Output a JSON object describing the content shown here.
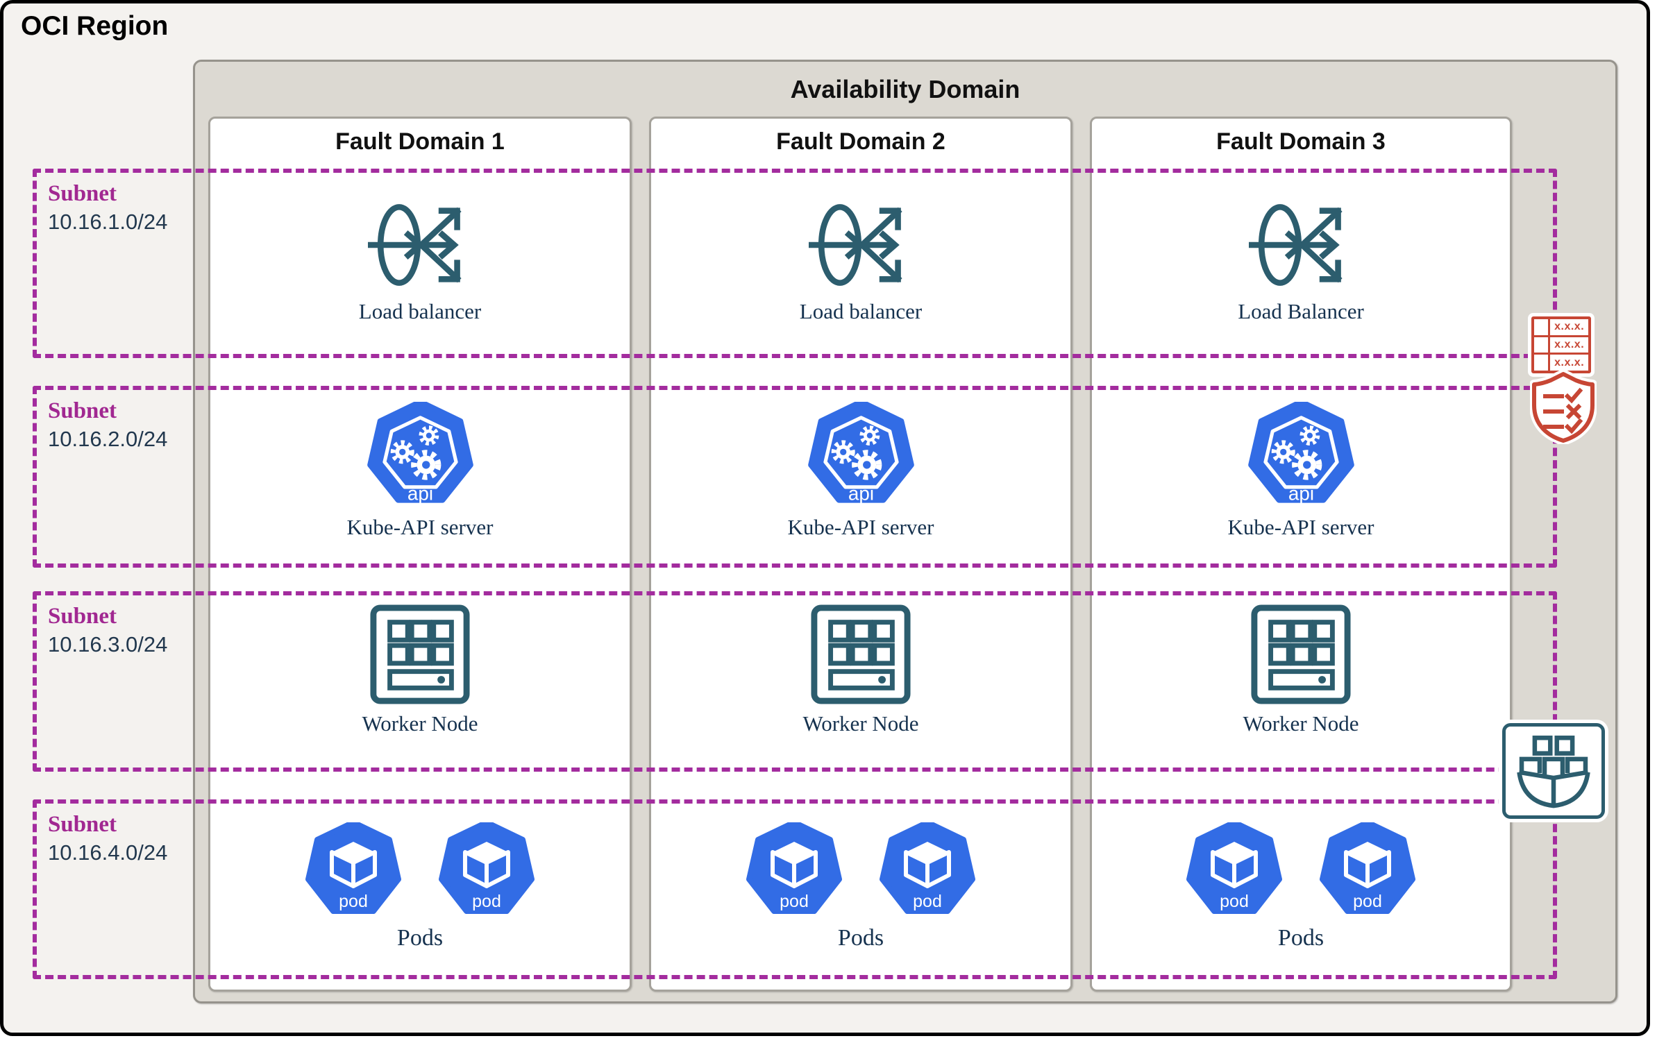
{
  "region": {
    "title": "OCI Region"
  },
  "availability_domain": {
    "title": "Availability Domain"
  },
  "fault_domains": [
    {
      "title": "Fault Domain 1",
      "labels": {
        "load_balancer": "Load balancer",
        "kube_api": "Kube-API server",
        "worker_node": "Worker Node",
        "pods": "Pods"
      }
    },
    {
      "title": "Fault Domain 2",
      "labels": {
        "load_balancer": "Load balancer",
        "kube_api": "Kube-API server",
        "worker_node": "Worker Node",
        "pods": "Pods"
      }
    },
    {
      "title": "Fault Domain 3",
      "labels": {
        "load_balancer": "Load Balancer",
        "kube_api": "Kube-API server",
        "worker_node": "Worker Node",
        "pods": "Pods"
      }
    }
  ],
  "subnets": [
    {
      "name": "Subnet",
      "cidr": "10.16.1.0/24"
    },
    {
      "name": "Subnet",
      "cidr": "10.16.2.0/24"
    },
    {
      "name": "Subnet",
      "cidr": "10.16.3.0/24"
    },
    {
      "name": "Subnet",
      "cidr": "10.16.4.0/24"
    }
  ],
  "badges": {
    "api": "api",
    "pod": "pod"
  },
  "side_icons": {
    "route_table": {
      "rows": [
        "x.x.x.",
        "x.x.x.",
        "x.x.x."
      ]
    },
    "security_list": "security-checklist-shield",
    "container_engine": "container-ship"
  },
  "colors": {
    "subnet_dash": "#A32C9E",
    "subnet_label": "#A12891",
    "navy_label": "#16324F",
    "teal_icon": "#2C5D6E",
    "kubernetes_blue": "#326CE5",
    "oracle_red": "#C74634",
    "ad_background": "#DCD9D2",
    "region_background": "#F4F2EF"
  }
}
